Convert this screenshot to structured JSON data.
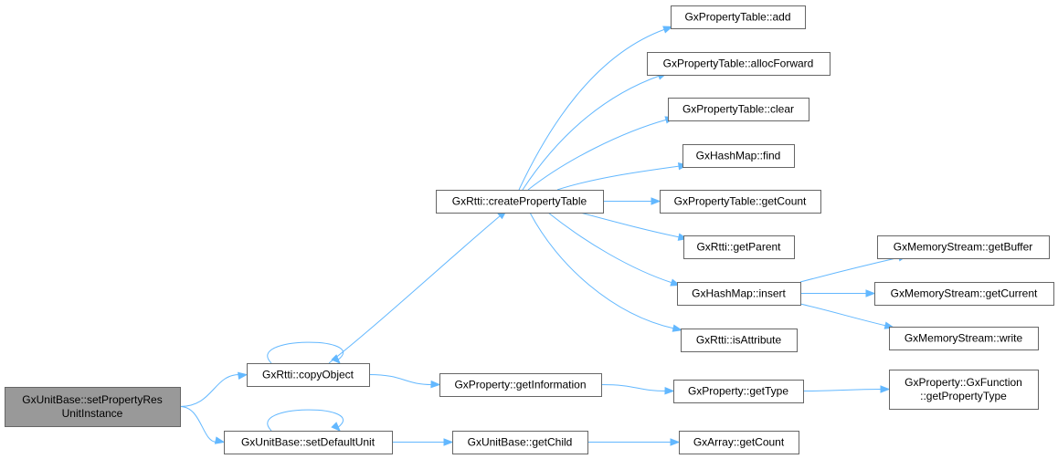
{
  "graph": {
    "nodes": [
      {
        "id": "root",
        "lines": [
          "GxUnitBase::setPropertyRes",
          "UnitInstance"
        ],
        "kind": "root"
      },
      {
        "id": "copyObject",
        "lines": [
          "GxRtti::copyObject"
        ],
        "kind": "normal"
      },
      {
        "id": "setDefaultUnit",
        "lines": [
          "GxUnitBase::setDefaultUnit"
        ],
        "kind": "normal"
      },
      {
        "id": "createPropertyTable",
        "lines": [
          "GxRtti::createPropertyTable"
        ],
        "kind": "normal"
      },
      {
        "id": "getInformation",
        "lines": [
          "GxProperty::getInformation"
        ],
        "kind": "normal"
      },
      {
        "id": "getChild",
        "lines": [
          "GxUnitBase::getChild"
        ],
        "kind": "normal"
      },
      {
        "id": "ptAdd",
        "lines": [
          "GxPropertyTable::add"
        ],
        "kind": "normal"
      },
      {
        "id": "ptAllocForward",
        "lines": [
          "GxPropertyTable::allocForward"
        ],
        "kind": "normal"
      },
      {
        "id": "ptClear",
        "lines": [
          "GxPropertyTable::clear"
        ],
        "kind": "normal"
      },
      {
        "id": "hmFind",
        "lines": [
          "GxHashMap::find"
        ],
        "kind": "normal"
      },
      {
        "id": "ptGetCount",
        "lines": [
          "GxPropertyTable::getCount"
        ],
        "kind": "normal"
      },
      {
        "id": "getParent",
        "lines": [
          "GxRtti::getParent"
        ],
        "kind": "normal"
      },
      {
        "id": "hmInsert",
        "lines": [
          "GxHashMap::insert"
        ],
        "kind": "normal"
      },
      {
        "id": "isAttribute",
        "lines": [
          "GxRtti::isAttribute"
        ],
        "kind": "normal"
      },
      {
        "id": "getType",
        "lines": [
          "GxProperty::getType"
        ],
        "kind": "normal"
      },
      {
        "id": "arrGetCount",
        "lines": [
          "GxArray::getCount"
        ],
        "kind": "normal"
      },
      {
        "id": "msGetBuffer",
        "lines": [
          "GxMemoryStream::getBuffer"
        ],
        "kind": "normal"
      },
      {
        "id": "msGetCurrent",
        "lines": [
          "GxMemoryStream::getCurrent"
        ],
        "kind": "normal"
      },
      {
        "id": "msWrite",
        "lines": [
          "GxMemoryStream::write"
        ],
        "kind": "normal"
      },
      {
        "id": "getPropertyType",
        "lines": [
          "GxProperty::GxFunction",
          "::getPropertyType"
        ],
        "kind": "normal"
      }
    ],
    "edges": [
      [
        "root",
        "copyObject"
      ],
      [
        "root",
        "setDefaultUnit"
      ],
      [
        "copyObject",
        "copyObject"
      ],
      [
        "copyObject",
        "createPropertyTable"
      ],
      [
        "copyObject",
        "getInformation"
      ],
      [
        "setDefaultUnit",
        "setDefaultUnit"
      ],
      [
        "setDefaultUnit",
        "getChild"
      ],
      [
        "createPropertyTable",
        "ptAdd"
      ],
      [
        "createPropertyTable",
        "ptAllocForward"
      ],
      [
        "createPropertyTable",
        "ptClear"
      ],
      [
        "createPropertyTable",
        "hmFind"
      ],
      [
        "createPropertyTable",
        "ptGetCount"
      ],
      [
        "createPropertyTable",
        "getParent"
      ],
      [
        "createPropertyTable",
        "hmInsert"
      ],
      [
        "createPropertyTable",
        "isAttribute"
      ],
      [
        "getInformation",
        "getType"
      ],
      [
        "getChild",
        "arrGetCount"
      ],
      [
        "hmInsert",
        "msGetBuffer"
      ],
      [
        "hmInsert",
        "msGetCurrent"
      ],
      [
        "hmInsert",
        "msWrite"
      ],
      [
        "getType",
        "getPropertyType"
      ]
    ],
    "colors": {
      "edge": "#63b8ff",
      "node_border": "#666666",
      "root_fill": "#999999",
      "node_fill": "#ffffff",
      "text": "#000000"
    }
  }
}
